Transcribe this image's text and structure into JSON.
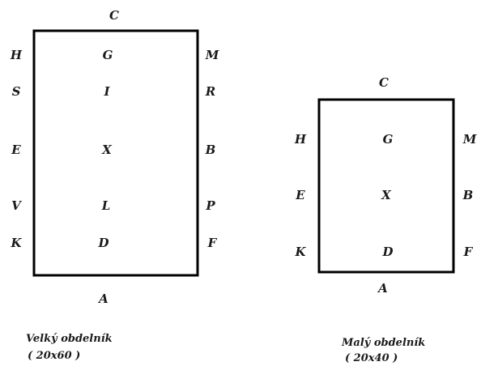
{
  "big_rectangle": {
    "top": "C",
    "bottom": "A",
    "left": [
      "H",
      "S",
      "E",
      "V",
      "K"
    ],
    "center": [
      "G",
      "I",
      "X",
      "L",
      "D"
    ],
    "right": [
      "M",
      "R",
      "B",
      "P",
      "F"
    ],
    "caption_line1": "Velký obdelník",
    "caption_line2": "( 20x60 )"
  },
  "small_rectangle": {
    "top": "C",
    "bottom": "A",
    "left": [
      "H",
      "E",
      "K"
    ],
    "center": [
      "G",
      "X",
      "D"
    ],
    "right": [
      "M",
      "B",
      "F"
    ],
    "caption_line1": "Malý obdelník",
    "caption_line2": "( 20x40 )"
  }
}
